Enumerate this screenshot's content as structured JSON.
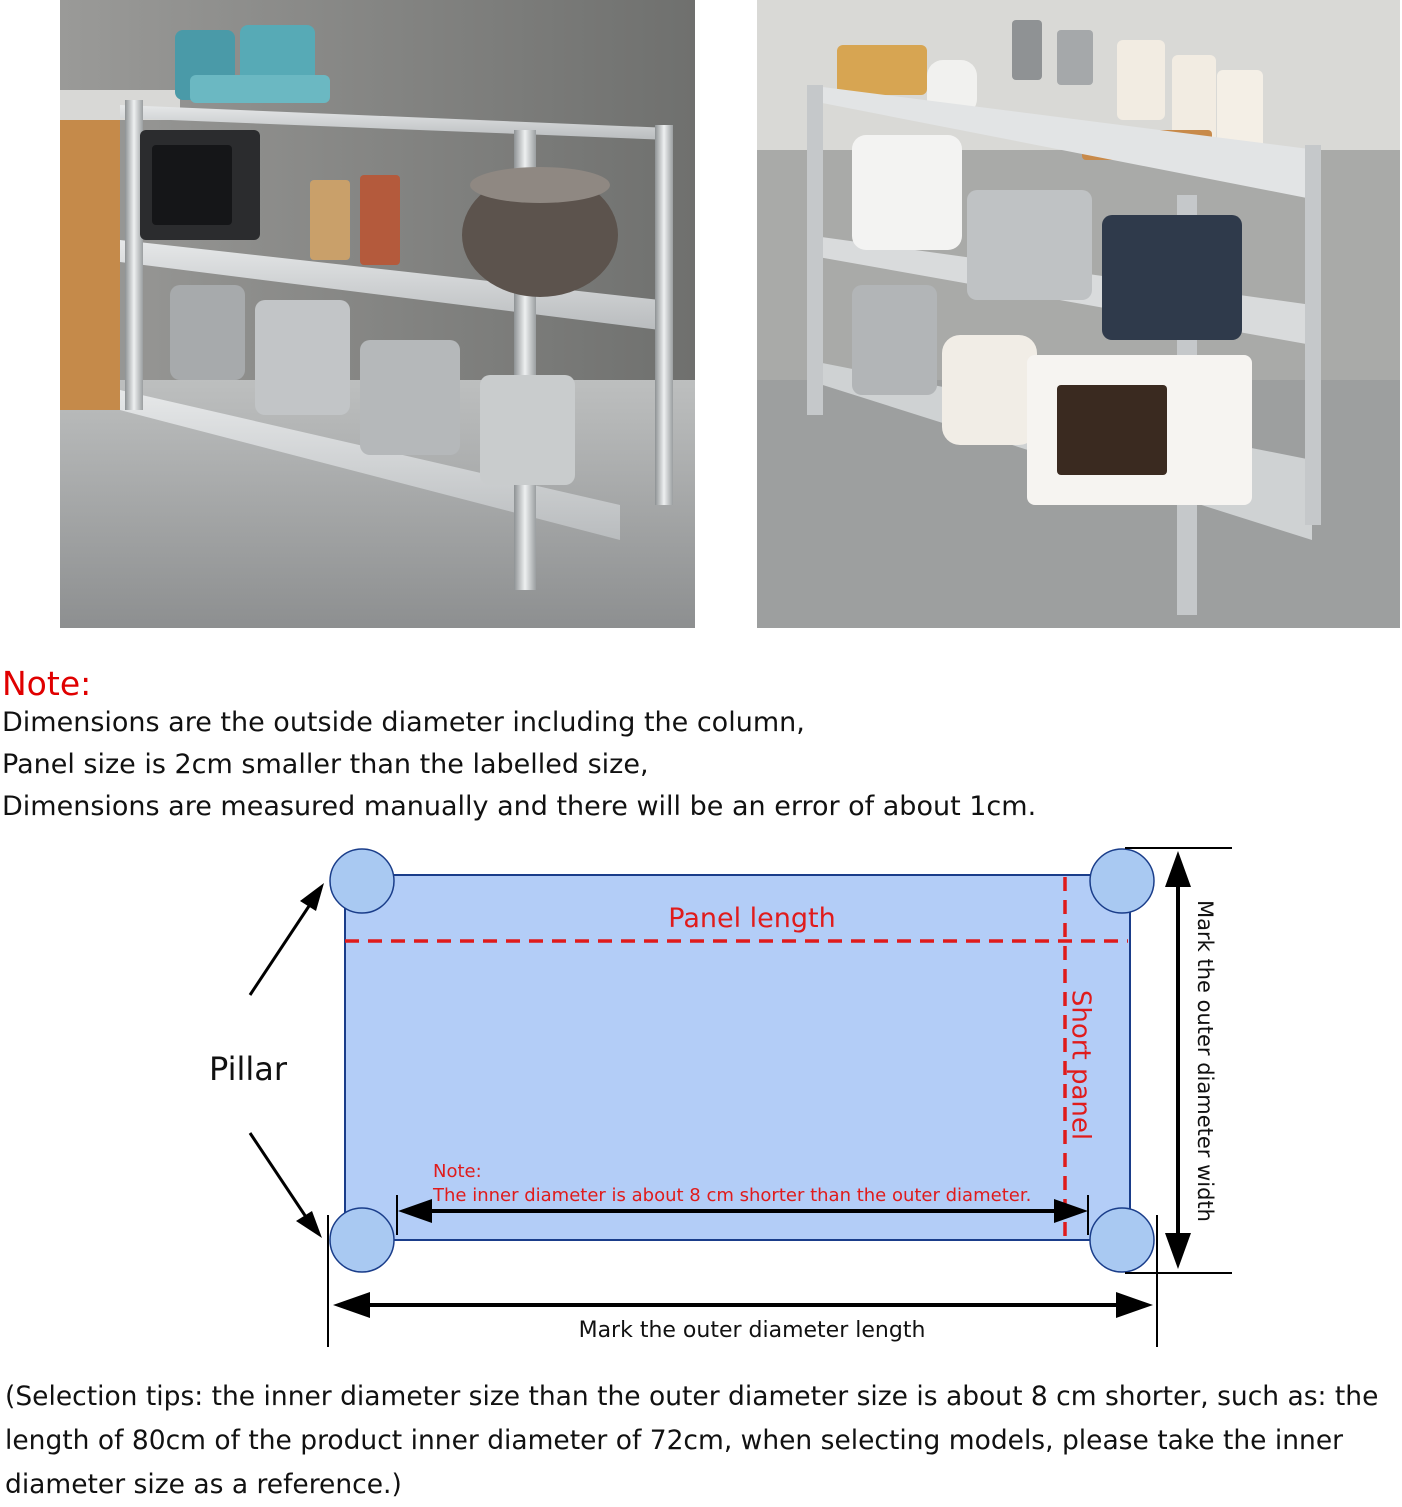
{
  "photos": {
    "left": {
      "icon": "kitchen-shelf-photo-icon"
    },
    "right": {
      "icon": "kitchen-shelf-photo-icon"
    }
  },
  "note": {
    "title": "Note:",
    "lines": [
      "Dimensions are the outside diameter including the column,",
      "Panel size is 2cm smaller than the labelled size,",
      "Dimensions are measured manually and there will be an error of about 1cm."
    ]
  },
  "diagram": {
    "panel_length": "Panel length",
    "short_panel": "Short panel",
    "pillar": "Pillar",
    "inner_note_title": "Note:",
    "inner_note_text": "The inner diameter is about 8 cm shorter than the outer diameter.",
    "outer_length": "Mark the outer diameter length",
    "outer_width": "Mark the outer diameter width",
    "colors": {
      "panel": "#b3cdf7",
      "pillar": "#a9c9f2",
      "red": "#e01b1b",
      "border": "#1a3d8a"
    }
  },
  "tips": "(Selection tips: the inner diameter size than the outer diameter size is about 8 cm shorter, such as: the length of 80cm of the product inner diameter of 72cm, when selecting models, please take the inner diameter size as a reference.)"
}
